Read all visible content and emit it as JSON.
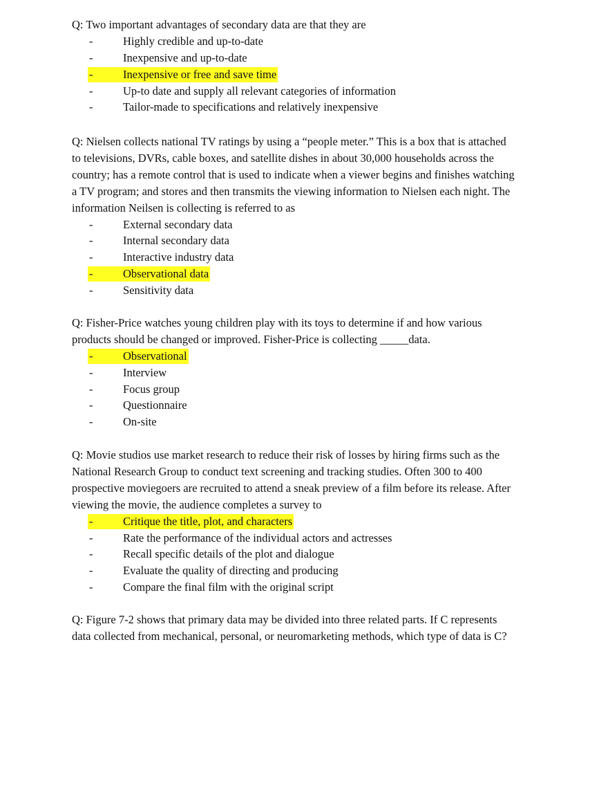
{
  "questions": [
    {
      "text": "Q: Two important advantages of secondary data are that they are",
      "options": [
        {
          "text": "Highly credible and up-to-date",
          "correct": false
        },
        {
          "text": "Inexpensive and up-to-date",
          "correct": false
        },
        {
          "text": "Inexpensive or free and save time",
          "correct": true
        },
        {
          "text": "Up-to date and supply all relevant categories of information",
          "correct": false
        },
        {
          "text": "Tailor-made to specifications and relatively inexpensive",
          "correct": false
        }
      ]
    },
    {
      "text": "Q: Nielsen collects national TV ratings by using a “people meter.” This is a box that is attached\nto televisions, DVRs, cable boxes, and satellite dishes in about 30,000 households across the\ncountry; has a remote control that is used to indicate when a viewer begins and finishes watching\na TV program; and stores and then transmits the viewing information to Nielsen each night. The\ninformation Neilsen is collecting is referred to as",
      "options": [
        {
          "text": "External secondary data",
          "correct": false
        },
        {
          "text": "Internal secondary data",
          "correct": false
        },
        {
          "text": "Interactive industry data",
          "correct": false
        },
        {
          "text": "Observational data",
          "correct": true
        },
        {
          "text": "Sensitivity data",
          "correct": false
        }
      ]
    },
    {
      "text": "Q: Fisher-Price watches young children play with its toys to determine if and how various\nproducts should be changed or improved. Fisher-Price is collecting _____data.",
      "options": [
        {
          "text": "Observational",
          "correct": true
        },
        {
          "text": "Interview",
          "correct": false
        },
        {
          "text": "Focus group",
          "correct": false
        },
        {
          "text": "Questionnaire",
          "correct": false
        },
        {
          "text": "On-site",
          "correct": false
        }
      ]
    },
    {
      "text": "Q: Movie studios use market research to reduce their risk of losses by hiring firms such as the\nNational Research Group to conduct text screening and tracking studies. Often 300 to 400\nprospective moviegoers are recruited to attend a sneak preview of a film before its release. After\nviewing the movie, the audience completes a survey to",
      "options": [
        {
          "text": "Critique the title, plot, and characters",
          "correct": true
        },
        {
          "text": "Rate the performance of the individual actors and actresses",
          "correct": false
        },
        {
          "text": "Recall specific details of the plot and dialogue",
          "correct": false
        },
        {
          "text": "Evaluate the quality of directing and producing",
          "correct": false
        },
        {
          "text": "Compare the final film with the original script",
          "correct": false
        }
      ]
    },
    {
      "text": "Q: Figure 7-2 shows that primary data may be divided into three related parts. If C represents\ndata collected from mechanical, personal, or neuromarketing methods, which type of data is C?",
      "options": []
    }
  ],
  "bullet": "-",
  "highlight_color": "#ffff22"
}
